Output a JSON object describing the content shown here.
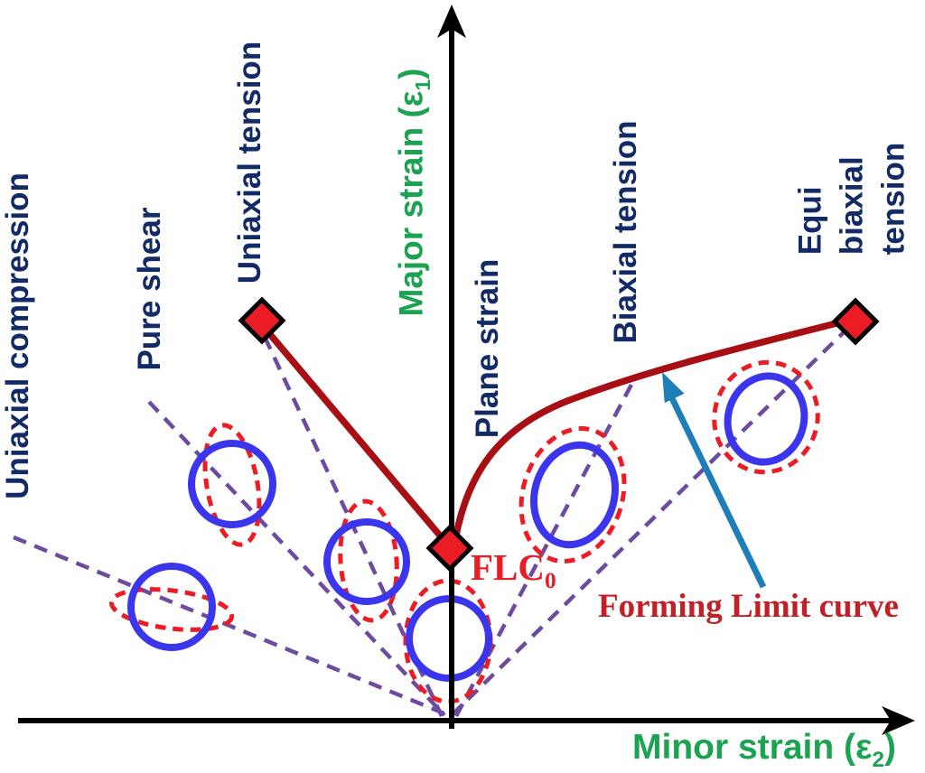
{
  "colors": {
    "navy": "#122A66",
    "green": "#1BA351",
    "bright_red": "#EB1C24",
    "curve_red": "#A80F15",
    "label_red": "#C22027",
    "purple": "#6C4BA0",
    "blue": "#3B36EE",
    "teal": "#1E7FB8",
    "axis_black": "#000000"
  },
  "axes": {
    "y_label": {
      "text": "Major strain (ε",
      "sub": "1",
      "close": ")"
    },
    "x_label": {
      "text": "Minor strain (ε",
      "sub": "2",
      "close": ")"
    }
  },
  "labels": {
    "paths": [
      {
        "id": "uniaxial-compression",
        "text": "Uniaxial compression"
      },
      {
        "id": "pure-shear",
        "text": "Pure shear"
      },
      {
        "id": "uniaxial-tension",
        "text": "Uniaxial tension"
      },
      {
        "id": "plane-strain",
        "text": "Plane strain"
      },
      {
        "id": "biaxial-tension",
        "text": "Biaxial tension"
      },
      {
        "id": "equi-biaxial-tension",
        "text": "Equi biaxial\ntension"
      }
    ],
    "flc0": {
      "text": "FLC",
      "sub": "0"
    },
    "curve_label": "Forming Limit curve"
  }
}
